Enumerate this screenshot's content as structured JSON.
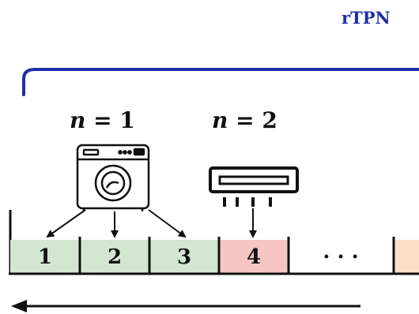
{
  "title": "rTPN",
  "labels": {
    "n1": {
      "var": "n",
      "eq": "= 1"
    },
    "n2": {
      "var": "n",
      "eq": "= 2"
    }
  },
  "slots": [
    "1",
    "2",
    "3",
    "4",
    "· · ·"
  ],
  "colors": {
    "brace": "#1f2fa8",
    "slot_green": "#d3e7d0",
    "slot_red": "#f6c6c4",
    "slot_orange": "#fbe0c7",
    "stroke": "#111111"
  },
  "icons": [
    "washing-machine-icon",
    "air-conditioner-icon"
  ]
}
